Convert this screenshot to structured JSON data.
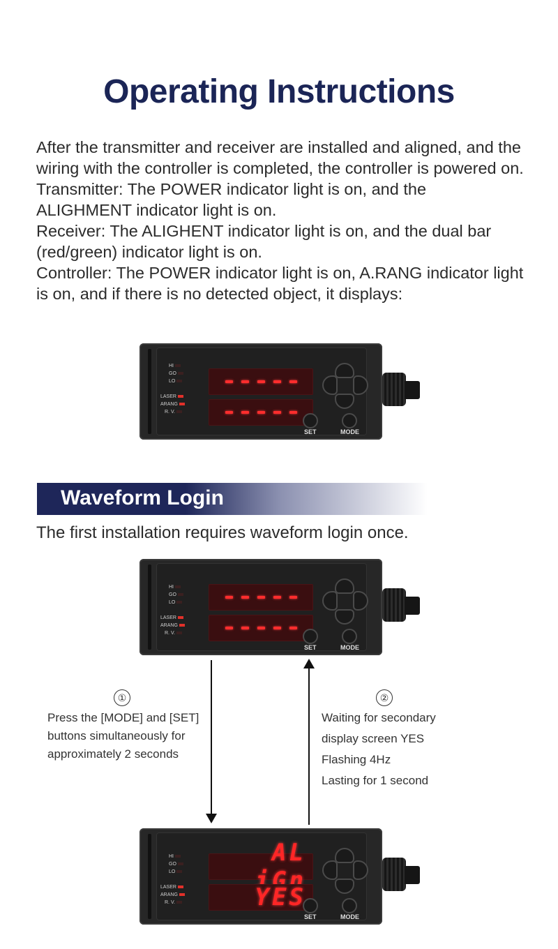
{
  "title": "Operating Instructions",
  "intro": [
    "After the transmitter and receiver are installed and aligned, and the wiring with the controller is completed, the controller is powered on.",
    "Transmitter: The POWER indicator light is on, and the ALIGHMENT indicator light is on.",
    "Receiver: The ALIGHENT indicator light is on, and the dual bar (red/green) indicator light is on.",
    "Controller: The POWER indicator light is on, A.RANG indicator light is on, and if there is no detected object, it displays:"
  ],
  "device": {
    "indicators": [
      "HI",
      "GO",
      "LO",
      "LASER",
      "ARANG",
      "R. V."
    ],
    "set_label": "SET",
    "mode_label": "MODE",
    "display_on": "#ff2626"
  },
  "section": {
    "title": "Waveform Login",
    "subtitle": "The first installation requires waveform login once."
  },
  "steps": [
    {
      "number": "①",
      "lines": [
        "Press the [MODE] and [SET]",
        "buttons simultaneously for",
        "approximately 2 seconds"
      ]
    },
    {
      "number": "②",
      "lines": [
        "Waiting for secondary",
        "display screen YES",
        "Flashing 4Hz",
        "Lasting for 1 second"
      ]
    }
  ],
  "result_display": {
    "top": "AL iGn",
    "bottom": "YES"
  },
  "colors": {
    "title": "#1b2556",
    "section_bar": "#1e2659"
  }
}
